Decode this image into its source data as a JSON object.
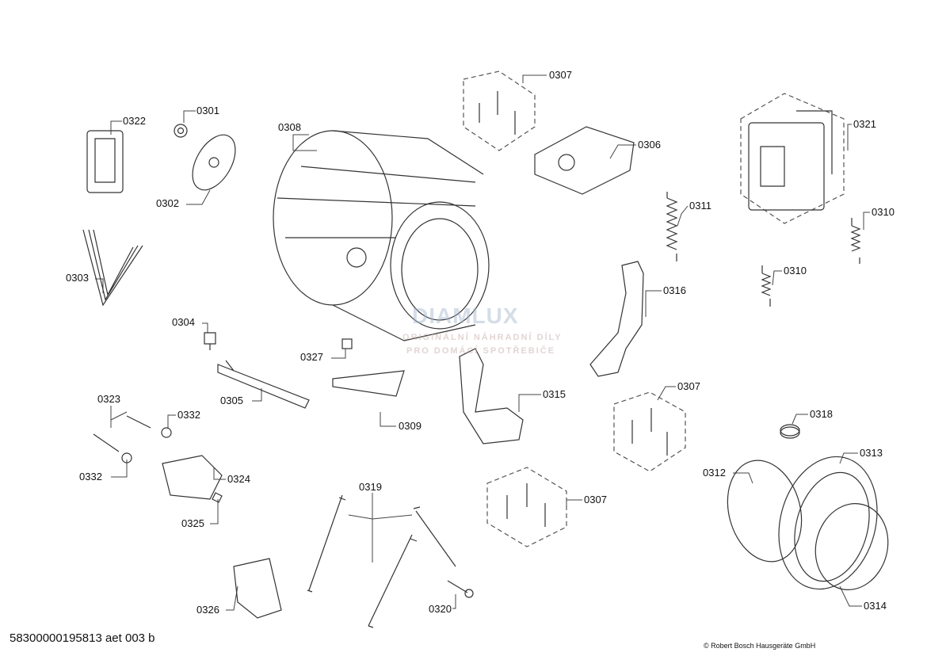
{
  "diagram_id": "58300000195813 aet 003 b",
  "copyright": "© Robert Bosch Hausgeräte GmbH",
  "watermark": {
    "brand": "DIAMLUX",
    "line1": "ORIGINÁLNÍ NÁHRADNÍ DÍLY",
    "line2": "PRO DOMÁCÍ SPOTŘEBIČE"
  },
  "labels": {
    "p0322": "0322",
    "p0301": "0301",
    "p0308": "0308",
    "p0302": "0302",
    "p0303": "0303",
    "p0304": "0304",
    "p0327": "0327",
    "p0305": "0305",
    "p0309": "0309",
    "p0315": "0315",
    "p0307a": "0307",
    "p0306": "0306",
    "p0311": "0311",
    "p0321": "0321",
    "p0310a": "0310",
    "p0310b": "0310",
    "p0316": "0316",
    "p0307b": "0307",
    "p0318": "0318",
    "p0313": "0313",
    "p0312": "0312",
    "p0314": "0314",
    "p0307c": "0307",
    "p0319": "0319",
    "p0320": "0320",
    "p0326": "0326",
    "p0323": "0323",
    "p0332a": "0332",
    "p0332b": "0332",
    "p0324": "0324",
    "p0325": "0325"
  }
}
